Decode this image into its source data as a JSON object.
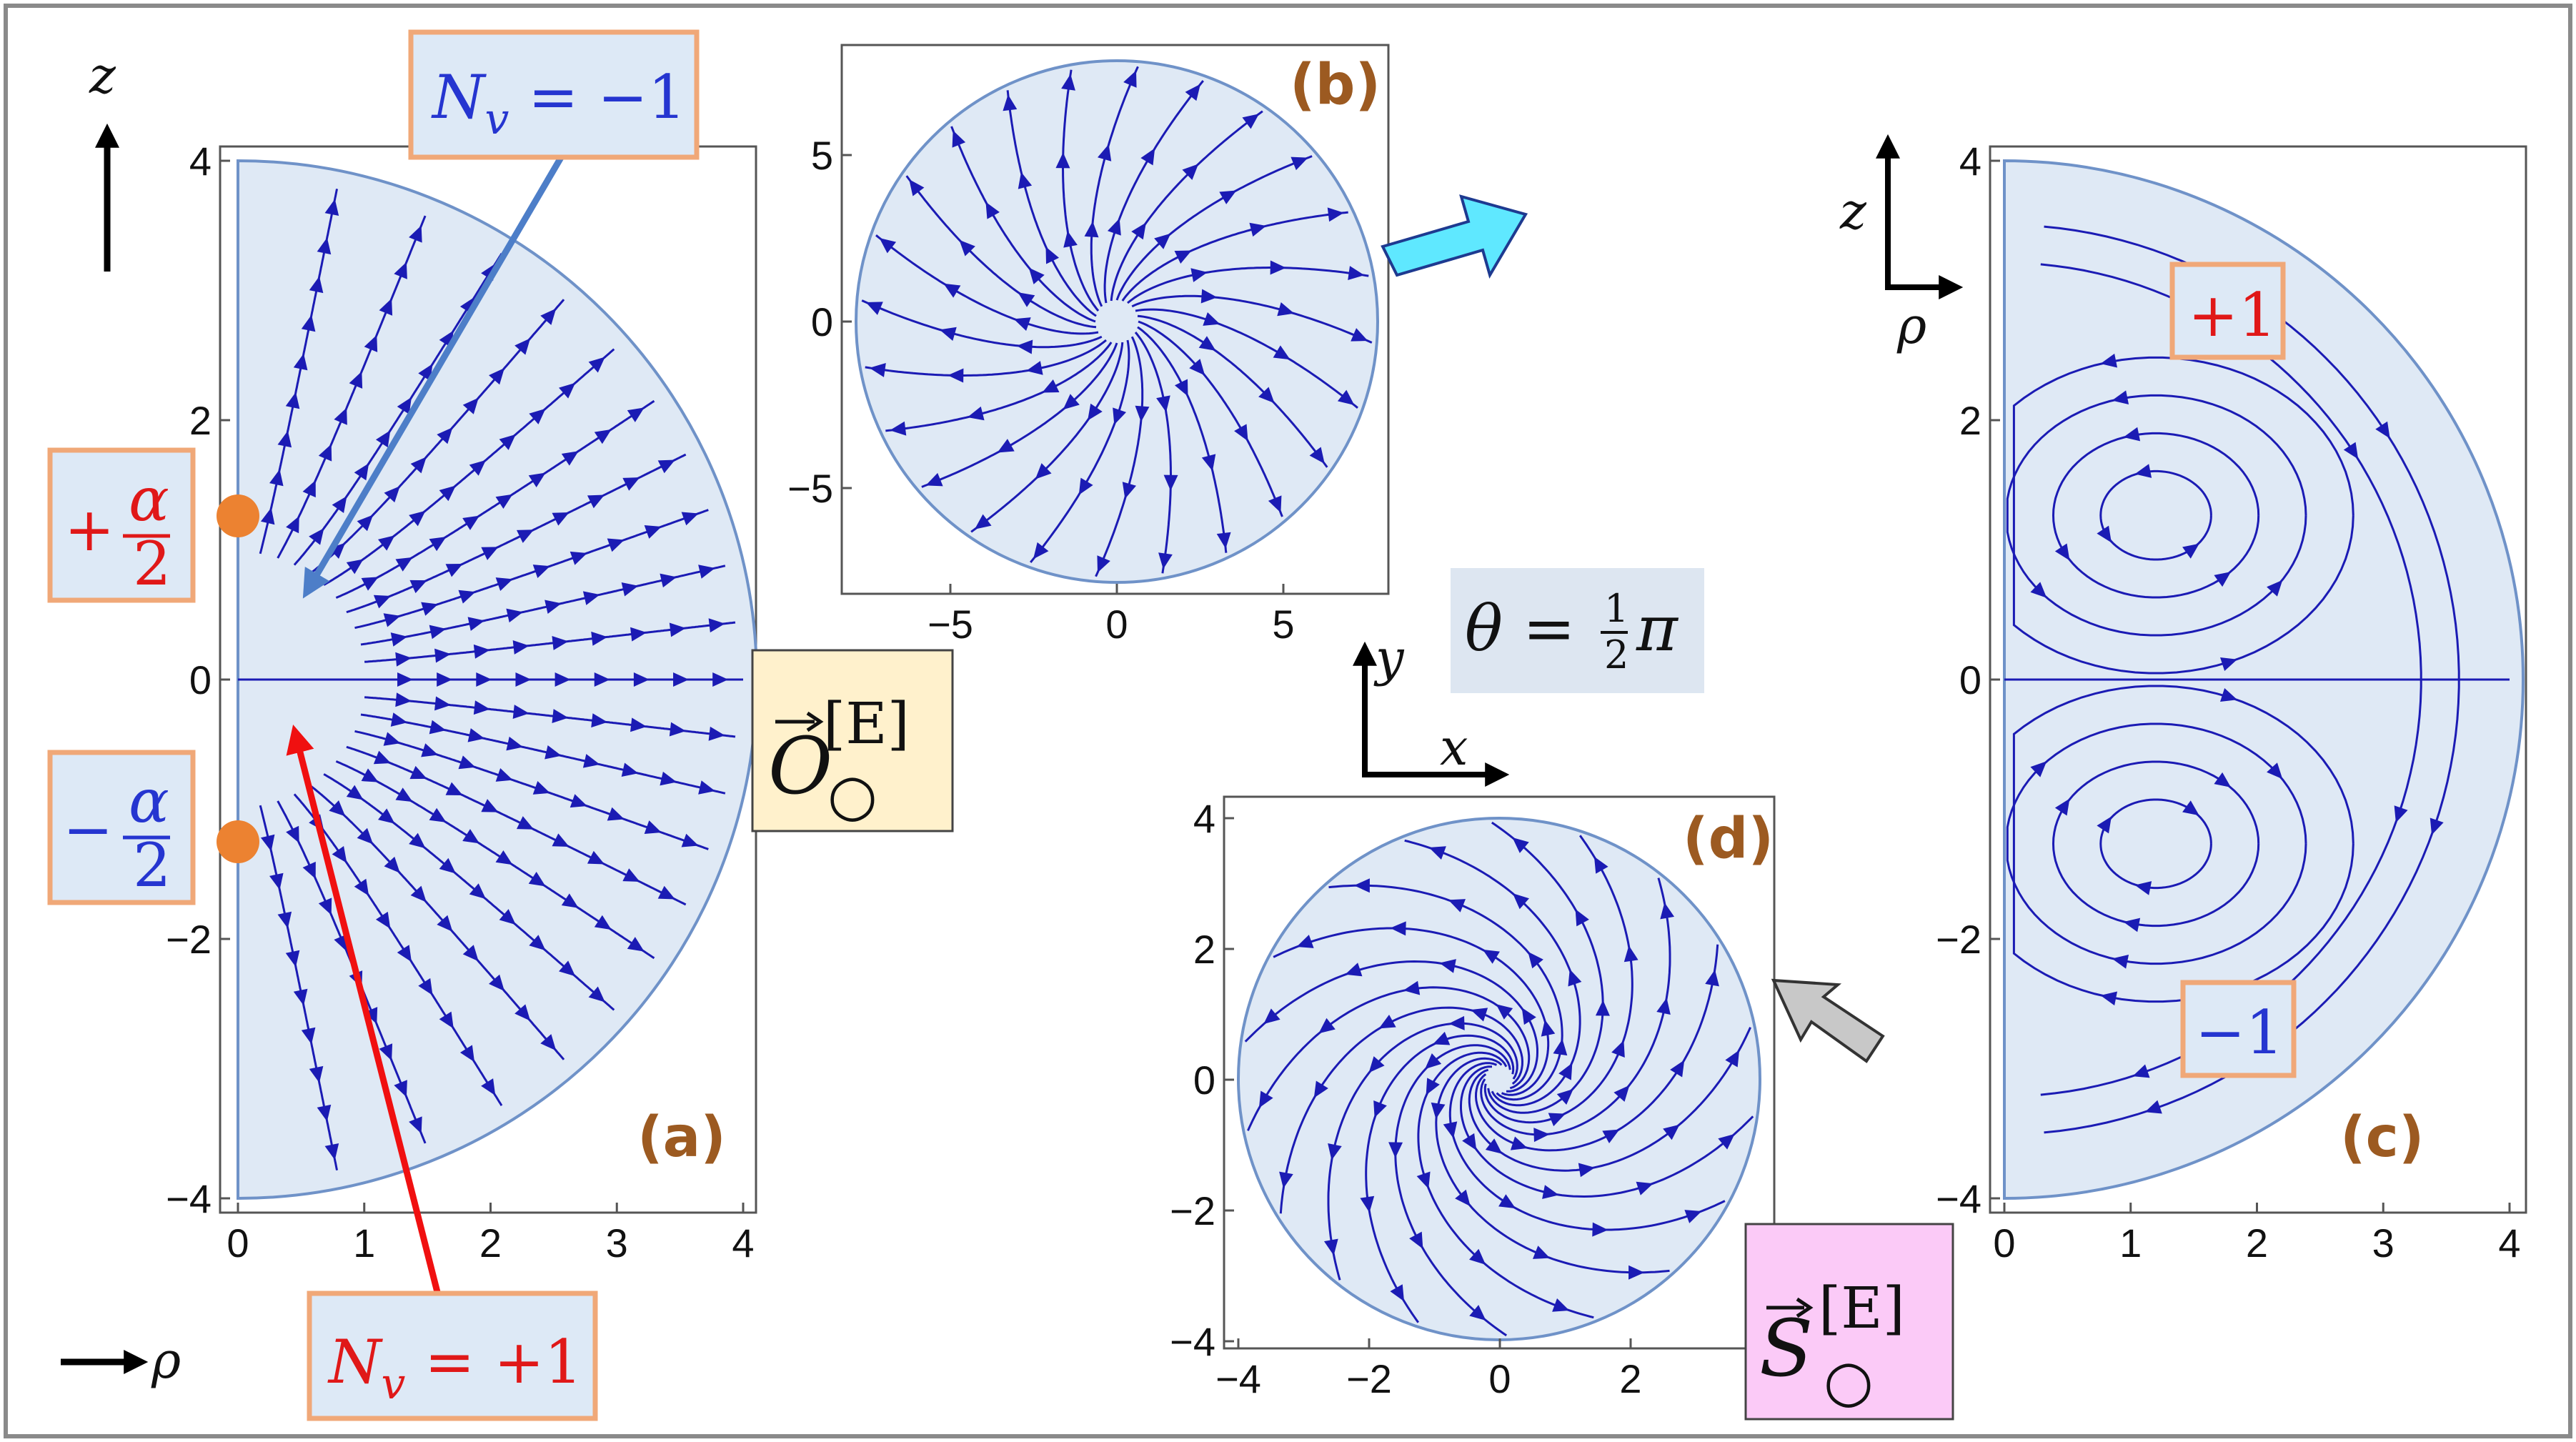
{
  "colors": {
    "field_fill": "#dfe9f5",
    "field_edge": "#6f92c8",
    "stream": "#1b1bb4",
    "box_border": "#f0a878",
    "box_fill": "#dde9f6",
    "charge": "#ec8231",
    "pos_label": "#e01818",
    "neg_label": "#2535d0",
    "letter": "#9c5a21",
    "blue_pointer": "#4d7ec8",
    "red_pointer": "#f01010",
    "cyan_arrow": "#5fe8ff",
    "gray_arrow": "#c8c8c8",
    "O_box": "#fff1cc",
    "S_box": "#fbcaf7",
    "theta_box": "#dde6f1"
  },
  "panel_a": {
    "letter": "(a)",
    "x_ticks": [
      "0",
      "1",
      "2",
      "3",
      "4"
    ],
    "y_ticks": [
      "4",
      "2",
      "0",
      "−2",
      "−4"
    ],
    "axis_z": "z",
    "axis_rho": "ρ",
    "charge_plus": {
      "sign": "+",
      "num": "α",
      "den": "2"
    },
    "charge_minus": {
      "sign": "−",
      "num": "α",
      "den": "2"
    },
    "label_top": "N",
    "label_top_sub": "v",
    "label_top_value": " = −1",
    "label_bottom": "N",
    "label_bottom_sub": "v",
    "label_bottom_value": " = +1"
  },
  "operator_O": {
    "symbol": "O",
    "superscript": "[E]",
    "subscript": "○"
  },
  "panel_b": {
    "letter": "(b)",
    "x_ticks": [
      "−5",
      "0",
      "5"
    ],
    "y_ticks": [
      "5",
      "0",
      "−5"
    ]
  },
  "theta_label": {
    "lhs": "θ = ",
    "num": "1",
    "den": "2",
    "rhs": "π"
  },
  "xy_axes": {
    "x": "x",
    "y": "y"
  },
  "panel_c": {
    "letter": "(c)",
    "x_ticks": [
      "0",
      "1",
      "2",
      "3",
      "4"
    ],
    "y_ticks": [
      "4",
      "2",
      "0",
      "−2",
      "−4"
    ],
    "axis_z": "z",
    "axis_rho": "ρ",
    "badge_top": "+1",
    "badge_bottom": "−1"
  },
  "panel_d": {
    "letter": "(d)",
    "x_ticks": [
      "−4",
      "−2",
      "0",
      "2"
    ],
    "y_ticks": [
      "4",
      "2",
      "0",
      "−2",
      "−4"
    ]
  },
  "operator_S": {
    "symbol": "S",
    "superscript": "[E]",
    "subscript": "○"
  }
}
